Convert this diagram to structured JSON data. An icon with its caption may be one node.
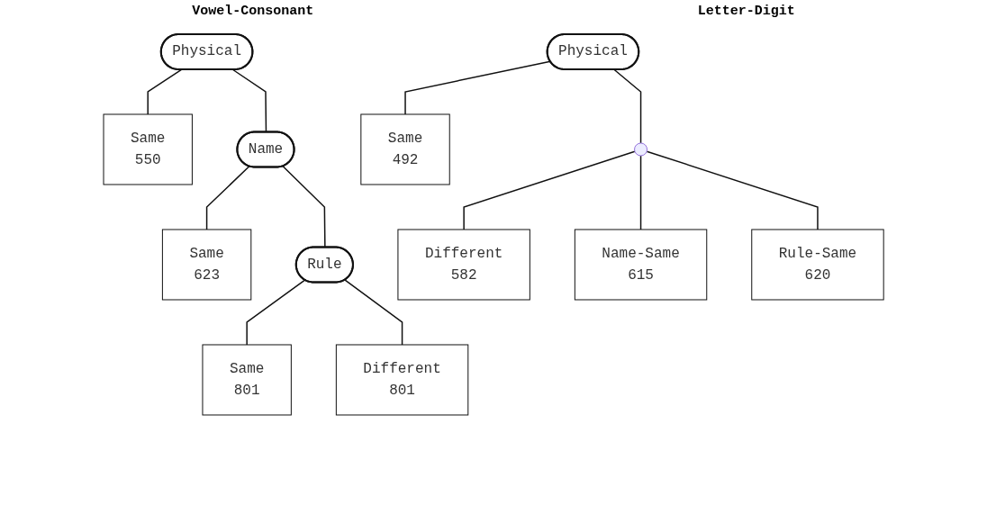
{
  "diagram": {
    "nodes": [
      {
        "text": [
          "Physical"
        ]
      },
      {
        "text": [
          "Same",
          "550"
        ]
      },
      {
        "text": [
          "Name"
        ]
      },
      {
        "text": [
          "Same",
          "623"
        ]
      },
      {
        "text": [
          "Rule"
        ]
      },
      {
        "text": [
          "Same",
          "801"
        ]
      },
      {
        "text": [
          "Different",
          "801"
        ]
      },
      {
        "text": [
          "Physical"
        ]
      },
      {
        "text": [
          "Same",
          "492"
        ]
      },
      {
        "text": [],
        "shape": "circle"
      },
      {
        "text": [
          "Different",
          "582"
        ]
      },
      {
        "text": [
          "Name-Same",
          "615"
        ]
      },
      {
        "text": [
          "Rule-Same",
          "620"
        ]
      }
    ],
    "edges": [
      {
        "from": 0,
        "to": 1,
        "arrow": "none"
      },
      {
        "from": 0,
        "to": 2,
        "arrow": "none"
      },
      {
        "from": 2,
        "to": 3,
        "arrow": "none"
      },
      {
        "from": 2,
        "to": 4,
        "arrow": "none"
      },
      {
        "from": 4,
        "to": 5,
        "arrow": "none"
      },
      {
        "from": 4,
        "to": 6,
        "arrow": "none"
      },
      {
        "from": 7,
        "to": 8,
        "arrow": "none"
      },
      {
        "from": 7,
        "to": 9,
        "arrow": "none"
      },
      {
        "from": 9,
        "to": 10,
        "arrow": "none"
      },
      {
        "from": 9,
        "to": 11,
        "arrow": "none"
      },
      {
        "from": 9,
        "to": 12,
        "arrow": "none"
      }
    ],
    "labels": [
      "Vowel-Consonant",
      "Letter-Digit"
    ]
  }
}
